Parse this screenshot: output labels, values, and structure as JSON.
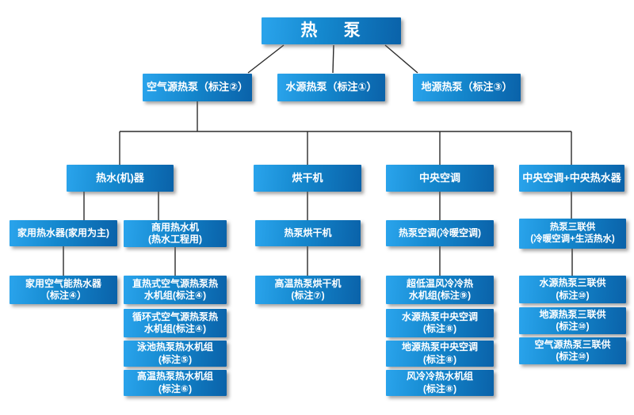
{
  "diagram": {
    "type": "tree",
    "colors": {
      "box_gradient_left": "#2AA4EC",
      "box_gradient_right": "#0A62A9",
      "box_text": "#FFFFFF",
      "connector": "#2B2B2B",
      "background": "#FFFFFF"
    },
    "nodes": {
      "root": {
        "label": "热    泵"
      },
      "air_source": {
        "label": "空气源热泵（标注②）"
      },
      "water_source": {
        "label": "水源热泵（标注①）"
      },
      "ground_source": {
        "label": "地源热泵（标注③）"
      },
      "water_heater": {
        "label": "热水(机)器"
      },
      "dryer": {
        "label": "烘干机"
      },
      "central_ac": {
        "label": "中央空调"
      },
      "central_ac_plus_heater": {
        "label": "中央空调+中央热水器"
      },
      "home_water_heater": {
        "label": "家用热水器(家用为主)"
      },
      "commercial_water_heater": {
        "label": "商用热水机\n(热水工程用)"
      },
      "heat_pump_dryer": {
        "label": "热泵烘干机"
      },
      "heat_pump_ac": {
        "label": "热泵空调(冷暖空调)"
      },
      "triple_supply": {
        "label": "热泵三联供\n(冷暖空调+生活热水)"
      },
      "home_air_energy_heater": {
        "label": "家用空气能热水器\n（标注④）"
      },
      "direct_heat_unit": {
        "label": "直热式空气源热泵热\n水机组(标注④)"
      },
      "circulating_unit": {
        "label": "循环式空气源热泵热\n水机组(标注④)"
      },
      "pool_unit": {
        "label": "泳池热泵热水机组\n(标注⑤)"
      },
      "high_temp_water_unit": {
        "label": "高温热泵热水机组\n(标注⑥)"
      },
      "high_temp_dryer": {
        "label": "高温热泵烘干机\n(标注⑦)"
      },
      "ultra_low_temp_unit": {
        "label": "超低温风冷冷热\n水机组(标注⑨)"
      },
      "water_source_central_ac": {
        "label": "水源热泵中央空调\n(标注⑧)"
      },
      "ground_source_central_ac": {
        "label": "地源热泵中央空调\n(标注⑧)"
      },
      "air_cooled_unit": {
        "label": "风冷冷热水机组\n(标注⑧)"
      },
      "water_triple_supply": {
        "label": "水源热泵三联供\n(标注⑩)"
      },
      "ground_triple_supply": {
        "label": "地源热泵三联供\n(标注⑩)"
      },
      "air_triple_supply": {
        "label": "空气源热泵三联供\n(标注⑩)"
      }
    }
  }
}
